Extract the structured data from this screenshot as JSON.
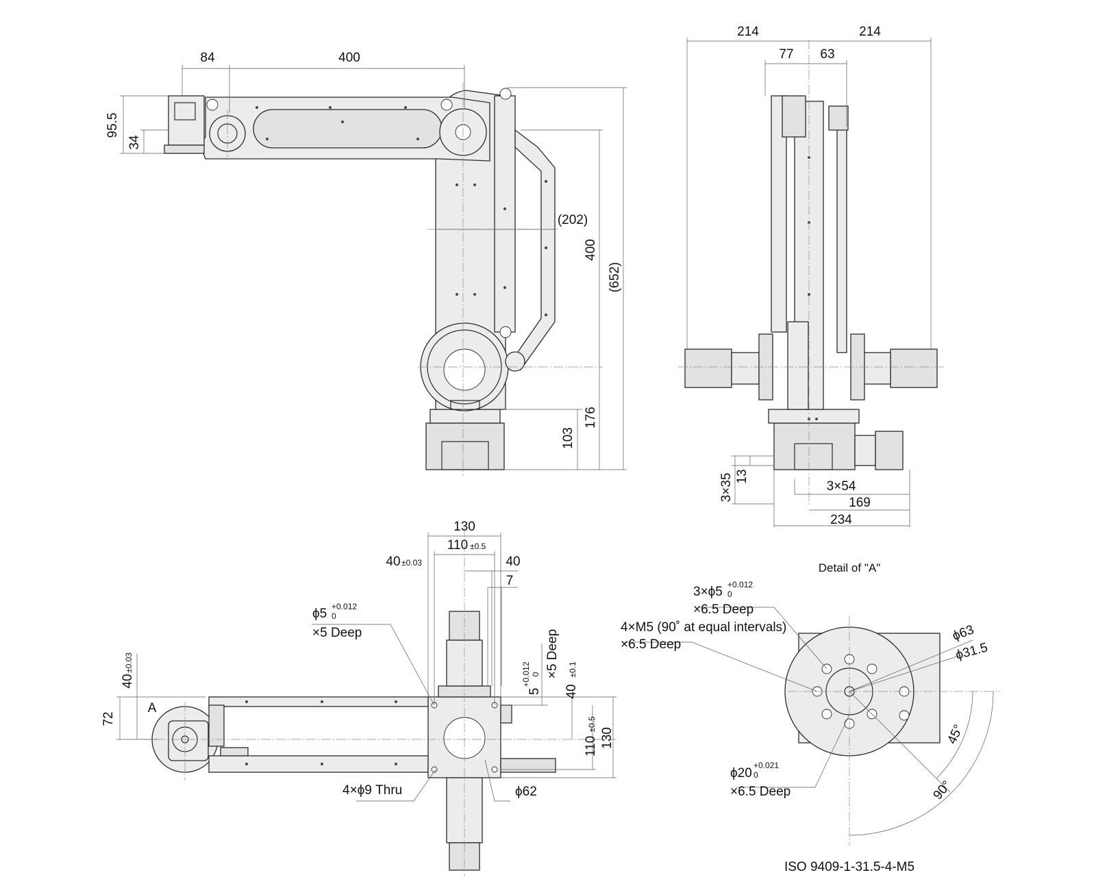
{
  "side_view": {
    "dims": {
      "d84": "84",
      "d400": "400",
      "d95_5": "95.5",
      "d34": "34",
      "d202": "(202)",
      "d400v": "400",
      "d652": "(652)",
      "d176": "176",
      "d103": "103"
    }
  },
  "front_view": {
    "dims": {
      "d214a": "214",
      "d214b": "214",
      "d77": "77",
      "d63": "63",
      "d3x35": "3×35",
      "d13": "13",
      "d3x54": "3×54",
      "d169": "169",
      "d234": "234"
    }
  },
  "top_view": {
    "dims": {
      "d130": "130",
      "d110": "110",
      "d110tol": "±0.5",
      "d40a": "40",
      "d40atol": "±0.03",
      "d40b": "40",
      "d7": "7",
      "phi5": "ϕ5",
      "phi5_up": "+0.012",
      "phi5_low": "0",
      "phi5_deep": "×5 Deep",
      "d40v": "40",
      "d40vtol": "±0.03",
      "d72": "72",
      "label_a": "A",
      "d5": "5",
      "d5_up": "+0.012",
      "d5_low": "0",
      "d5_deep": "×5 Deep",
      "d40r": "40",
      "d40rtol": "±0.1",
      "d110r": "110",
      "d110rtol": "±0.5",
      "d130r": "130",
      "thru": "4×ϕ9 Thru",
      "phi62": "ϕ62"
    }
  },
  "detail_a": {
    "title": "Detail of \"A\"",
    "c1_line1": "3×ϕ5",
    "c1_up": "+0.012",
    "c1_low": "0",
    "c1_line2": "×6.5 Deep",
    "c2_line1": "4×M5 (90˚ at  equal intervals)",
    "c2_line2": "×6.5 Deep",
    "phi63": "ϕ63",
    "phi31_5": "ϕ31.5",
    "ang45": "45°",
    "ang90": "90°",
    "c3_line1": "ϕ20",
    "c3_up": "+0.021",
    "c3_low": "0",
    "c3_line2": "×6.5 Deep",
    "standard": "ISO 9409-1-31.5-4-M5"
  }
}
